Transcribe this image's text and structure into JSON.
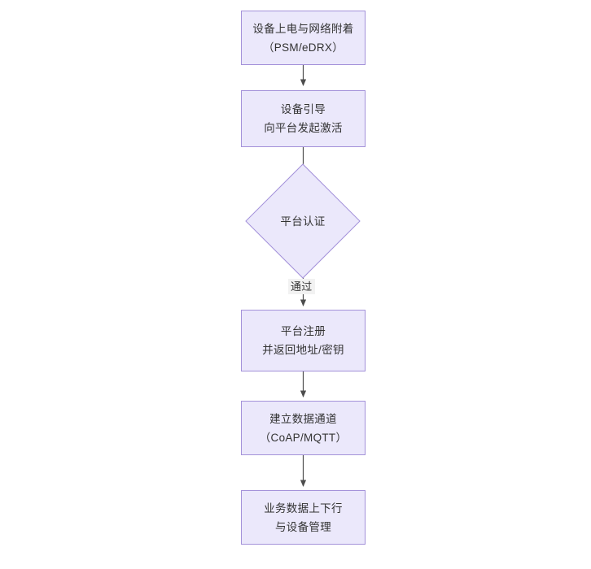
{
  "diagram": {
    "type": "flowchart",
    "orientation": "top-to-bottom",
    "background_color": "#ffffff",
    "node_fill_color": "#ebe8fb",
    "node_border_color": "#a391d9",
    "node_text_color": "#333333",
    "edge_color": "#4d4d4d",
    "edge_label_background": "#f2f2f2"
  },
  "nodes": [
    {
      "id": "n1",
      "shape": "rectangle",
      "line1": "设备上电与网络附着",
      "line2": "（PSM/eDRX）"
    },
    {
      "id": "n2",
      "shape": "rectangle",
      "line1": "设备引导",
      "line2": "向平台发起激活"
    },
    {
      "id": "n3",
      "shape": "diamond",
      "line1": "平台认证",
      "line2": ""
    },
    {
      "id": "n4",
      "shape": "rectangle",
      "line1": "平台注册",
      "line2": "并返回地址/密钥"
    },
    {
      "id": "n5",
      "shape": "rectangle",
      "line1": "建立数据通道",
      "line2": "（CoAP/MQTT）"
    },
    {
      "id": "n6",
      "shape": "rectangle",
      "line1": "业务数据上下行",
      "line2": "与设备管理"
    }
  ],
  "edges": [
    {
      "from": "n1",
      "to": "n2",
      "label": ""
    },
    {
      "from": "n2",
      "to": "n3",
      "label": ""
    },
    {
      "from": "n3",
      "to": "n4",
      "label": "通过"
    },
    {
      "from": "n4",
      "to": "n5",
      "label": ""
    },
    {
      "from": "n5",
      "to": "n6",
      "label": ""
    }
  ]
}
